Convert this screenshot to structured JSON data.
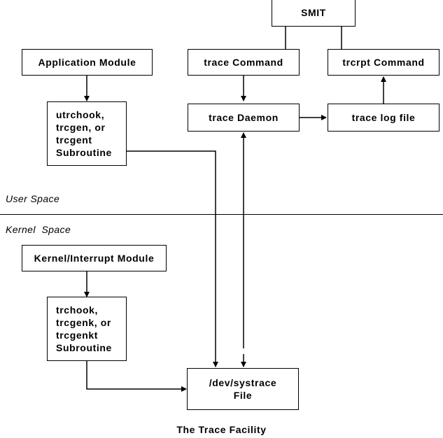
{
  "nodes": {
    "smit": "SMIT",
    "application_module": "Application Module",
    "trace_command": "trace Command",
    "trcrpt_command": "trcrpt Command",
    "utrchook_subroutine": [
      "utrchook,",
      "trcgen, or",
      "trcgent",
      "Subroutine"
    ],
    "trace_daemon": "trace Daemon",
    "trace_log_file": "trace log file",
    "kernel_interrupt_module": "Kernel/Interrupt Module",
    "trchook_subroutine": [
      "trchook,",
      "trcgenk, or",
      "trcgenkt",
      "Subroutine"
    ],
    "dev_systrace": [
      "/dev/systrace",
      "File"
    ]
  },
  "regions": {
    "user_space": "User Space",
    "kernel_space": "Kernel  Space"
  },
  "caption": "The Trace Facility"
}
